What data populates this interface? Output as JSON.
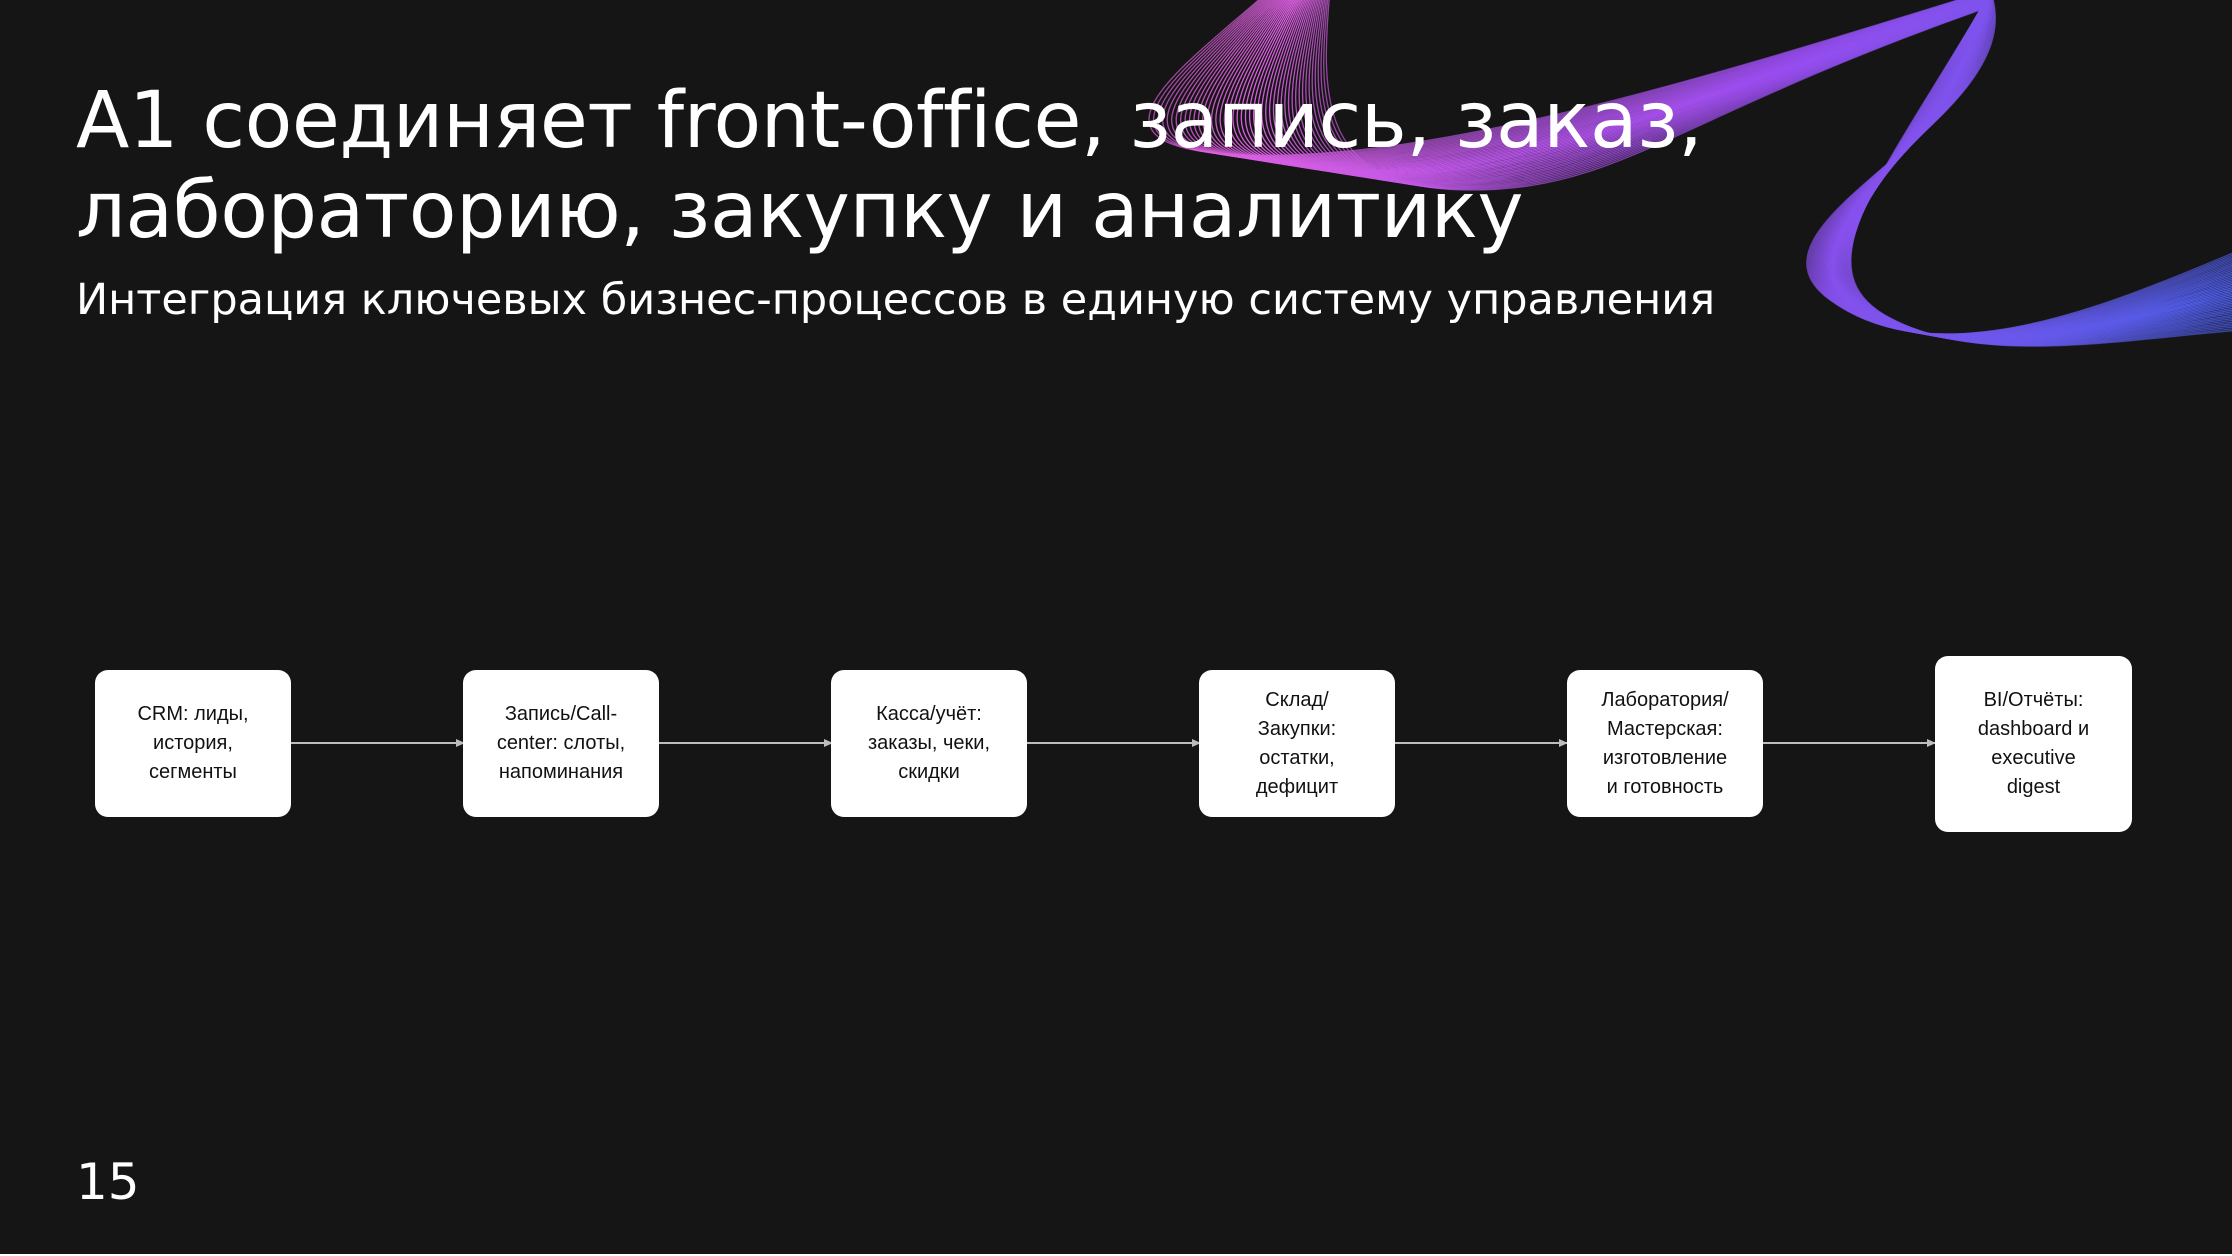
{
  "slide": {
    "title_line1": "A1 соединяет front-office, запись, заказ,",
    "title_line2": "лабораторию, закупку и аналитику",
    "subtitle": "Интеграция ключевых бизнес-процессов в единую систему управления",
    "page_number": "15"
  },
  "colors": {
    "background": "#151515",
    "text": "#ffffff",
    "card": "#ffffff",
    "card_text": "#111111",
    "connector": "#bdbdbd",
    "wave_magenta": "#e060e0",
    "wave_violet": "#9a4cf0",
    "wave_blue": "#4a5ee8"
  },
  "flow": {
    "steps": [
      {
        "label": "CRM: лиды,\nистория,\nсегменты"
      },
      {
        "label": "Запись/Call-\ncenter: слоты,\nнапоминания"
      },
      {
        "label": "Касса/учёт:\nзаказы, чеки,\nскидки"
      },
      {
        "label": "Склад/\nЗакупки:\nостатки,\nдефицит"
      },
      {
        "label": "Лаборатория/\nМастерская:\nизготовление\nи готовность"
      },
      {
        "label": "BI/Отчёты:\ndashboard и\nexecutive\ndigest"
      }
    ]
  }
}
